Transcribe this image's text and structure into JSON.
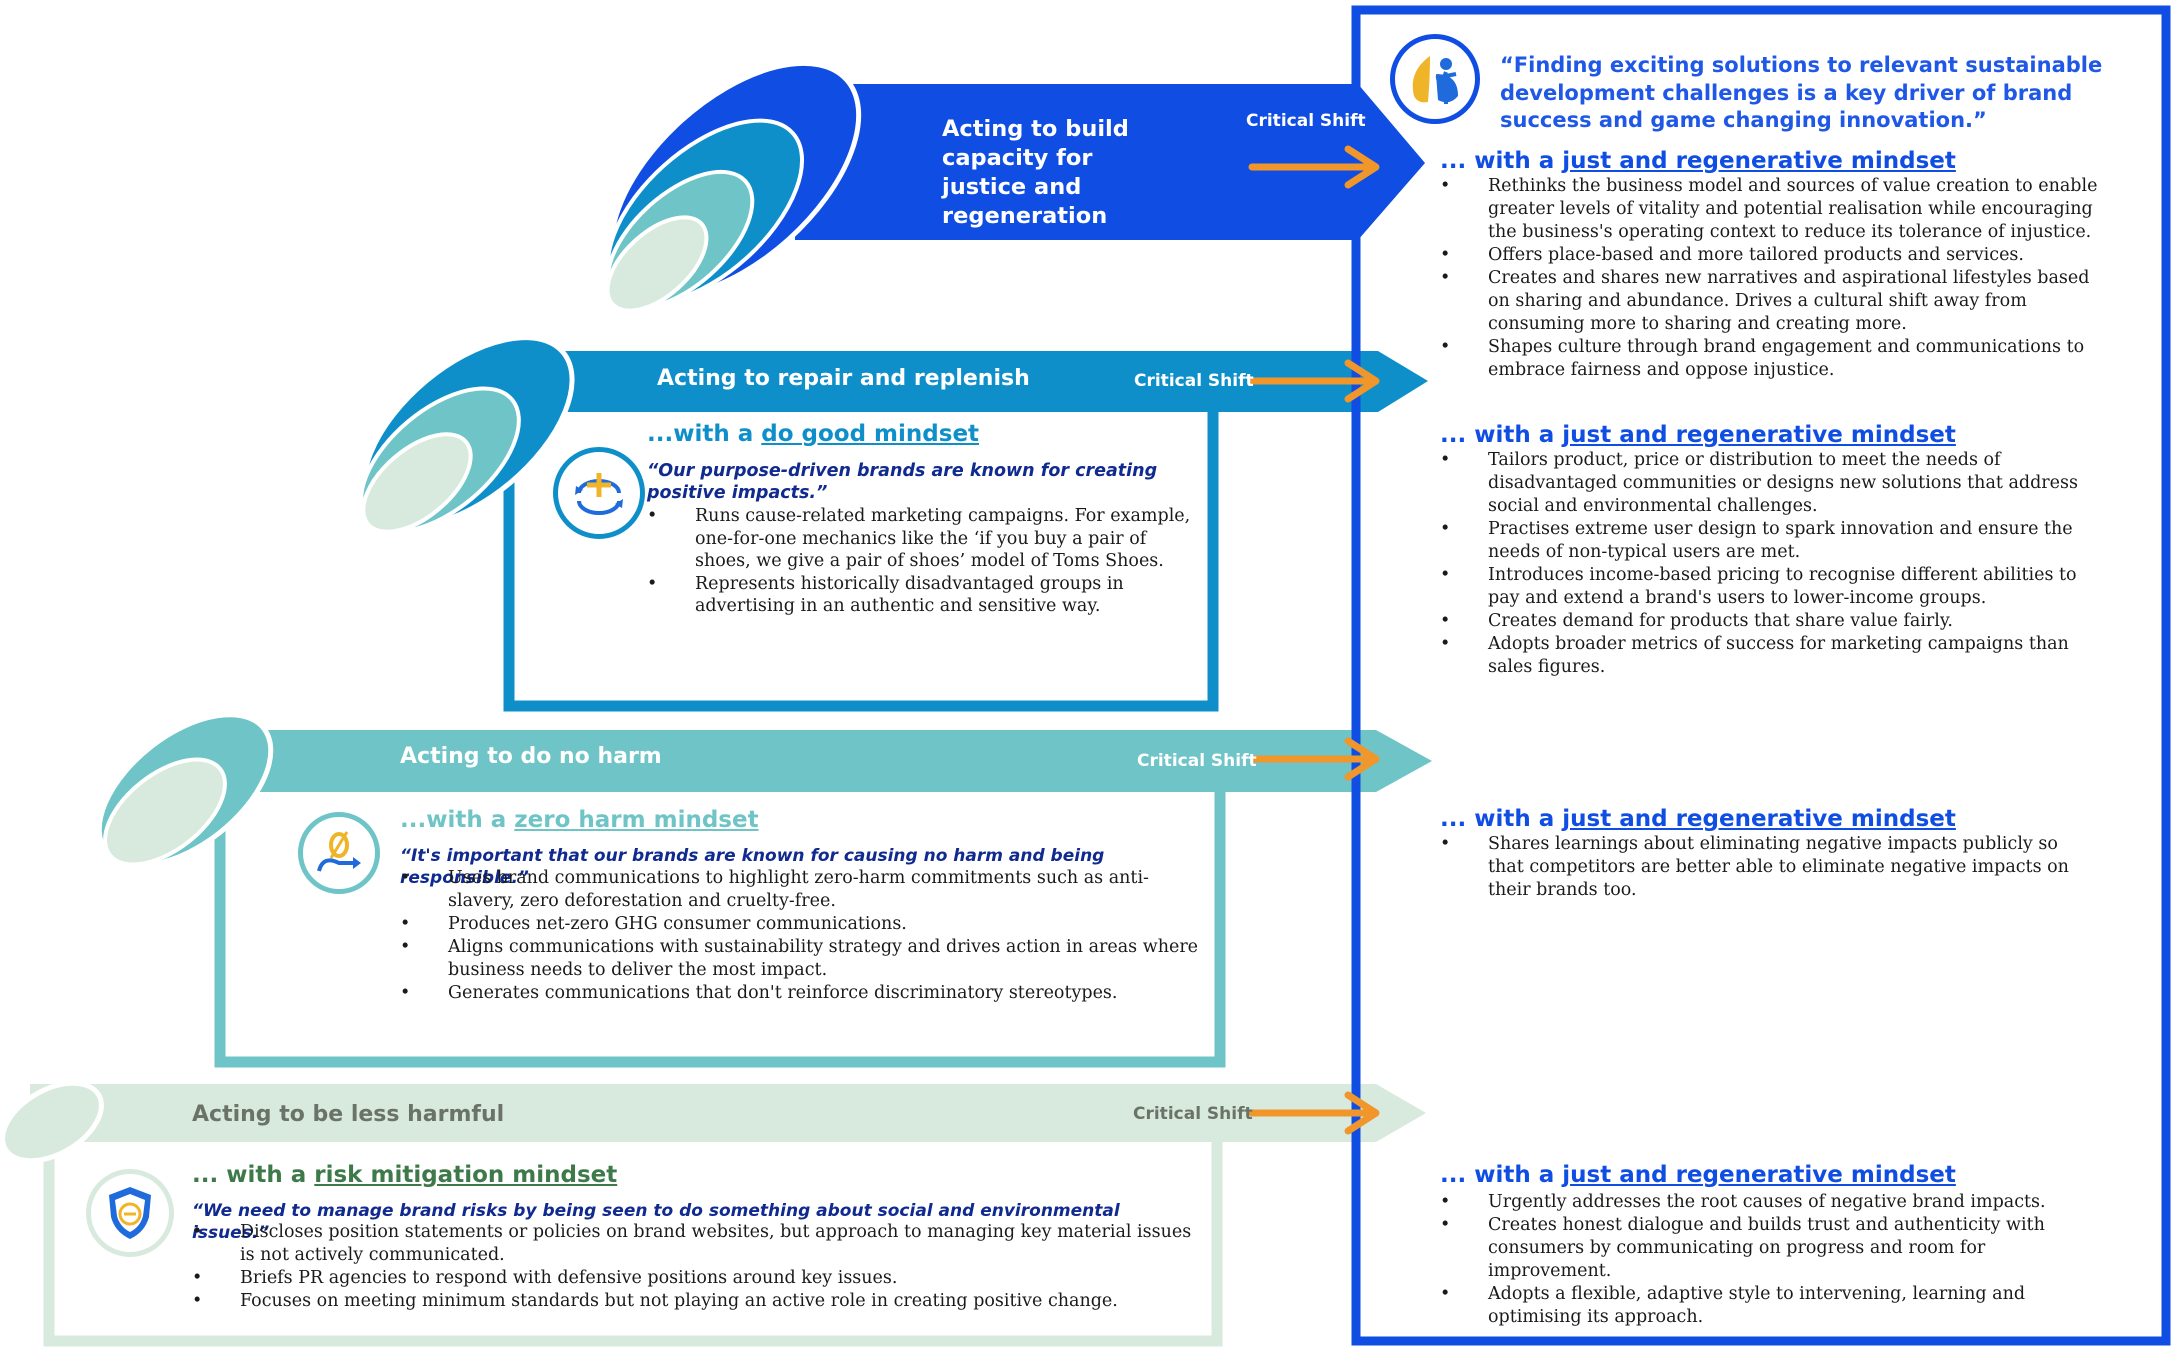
{
  "critical_shift_label": "Critical Shift",
  "top_quote": "“Finding exciting solutions to relevant sustainable development challenges is a key driver of brand success and game changing innovation.”",
  "target_mindset": {
    "prefix": "... with a ",
    "name": "just and regenerative mindset"
  },
  "levels": [
    {
      "title": "Acting to build capacity for justice and regeneration",
      "color": "#0f4de3",
      "right_bullets": [
        "Rethinks the business model and sources of value creation to enable greater levels of vitality and potential realisation while encouraging the business's operating context to reduce its tolerance of injustice.",
        "Offers place-based and more tailored products and services.",
        "Creates and shares new narratives and aspirational lifestyles based on sharing and abundance. Drives a cultural shift away from consuming more to sharing and creating more.",
        "Shapes culture through brand engagement and communications to embrace fairness and oppose injustice."
      ]
    },
    {
      "title": "Acting to repair and replenish",
      "color": "#0e8fc9",
      "mindset_prefix": "...with a ",
      "mindset_name": "do good mindset",
      "quote": "“Our purpose-driven brands are known for creating positive impacts.”",
      "bullets": [
        "Runs cause-related marketing campaigns. For example, one-for-one mechanics like the ‘if you buy a pair of shoes, we give a pair of shoes’ model of Toms Shoes.",
        "Represents historically disadvantaged groups in advertising in an authentic and sensitive way."
      ],
      "right_bullets": [
        "Tailors product, price or distribution to meet the needs of disadvantaged communities or designs new solutions that address social and environmental challenges.",
        "Practises extreme user design to spark innovation and ensure the needs of non-typical users are met.",
        "Introduces income-based pricing to recognise different abilities to pay and extend a brand's users to lower-income groups.",
        "Creates demand for products that share value fairly.",
        "Adopts broader metrics of success for marketing campaigns than sales figures."
      ]
    },
    {
      "title": "Acting to do no harm",
      "color": "#6ec4c6",
      "mindset_prefix": "...with a ",
      "mindset_name": "zero harm mindset",
      "quote": "“It's important that our brands are known for causing no harm and being responsible.”",
      "bullets": [
        "Uses brand communications to highlight zero-harm commitments such as anti-slavery, zero deforestation and cruelty-free.",
        "Produces net-zero GHG consumer communications.",
        "Aligns communications with sustainability strategy and drives action in areas where business needs to deliver the most impact.",
        "Generates communications that don't reinforce discriminatory stereotypes."
      ],
      "right_bullets": [
        "Shares learnings about eliminating negative impacts publicly so that competitors are better able to eliminate negative impacts on their brands too."
      ]
    },
    {
      "title": "Acting to be less harmful",
      "color": "#d8eadd",
      "mindset_prefix": "... with a ",
      "mindset_name": "risk mitigation mindset",
      "quote": "“We need to manage brand risks by being seen to do something about social and environmental issues.”",
      "bullets": [
        "Discloses position statements or policies on brand websites, but approach to managing key material issues is not actively communicated.",
        "Briefs PR agencies to respond with defensive positions around key issues.",
        "Focuses on meeting minimum standards but not playing an active role in creating positive change."
      ],
      "right_bullets": [
        "Urgently addresses the root causes of negative brand impacts.",
        "Creates honest dialogue and builds trust and authenticity with consumers by communicating on progress and room for improvement.",
        "Adopts a flexible, adaptive style to intervening, learning and optimising its approach."
      ]
    }
  ],
  "icons": [
    "person-leaf-icon",
    "plus-cycle-icon",
    "zero-arrow-icon",
    "shield-minus-icon"
  ],
  "colors": {
    "orange_arrow": "#f0962b",
    "navy_text": "#102a8f",
    "bright_blue": "#0f4de3"
  }
}
